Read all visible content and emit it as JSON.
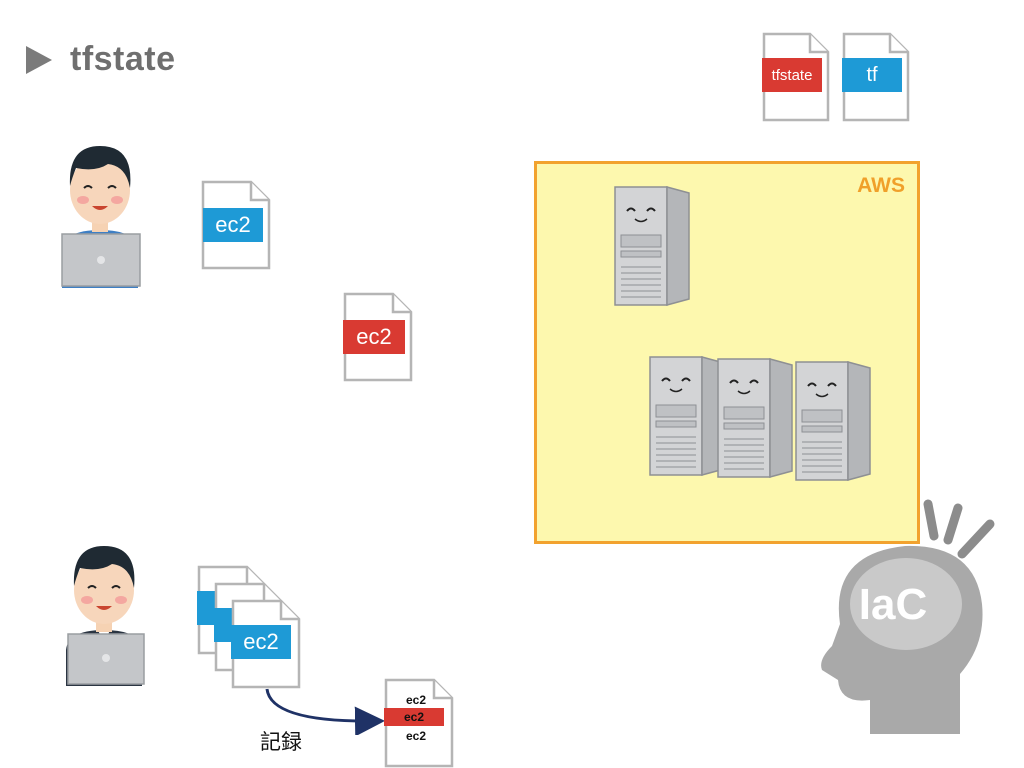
{
  "title": "tfstate",
  "legend": {
    "tfstate_label": "tfstate",
    "tf_label": "tf"
  },
  "docs": {
    "top_left_label": "ec2",
    "middle_label": "ec2",
    "stack_front_label": "ec2",
    "record_lines": [
      "ec2",
      "ec2",
      "ec2"
    ]
  },
  "aws": {
    "label": "AWS",
    "server_count": 4
  },
  "arrow_label": "記録",
  "head_label": "IaC",
  "colors": {
    "blue": "#1e9ad6",
    "red": "#d93a32",
    "aws_fill": "#fdf8ae",
    "aws_border": "#f2a22e",
    "gray": "#a9a9a9"
  }
}
